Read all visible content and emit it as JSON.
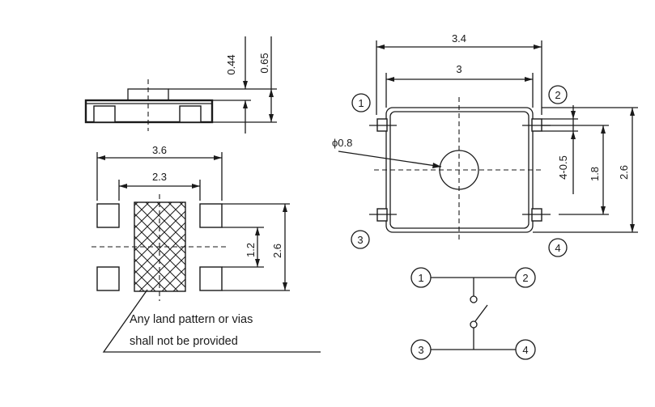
{
  "side_view": {
    "dim_total_height": "0.65",
    "dim_body_height": "0.44"
  },
  "land_pattern": {
    "dim_outer_width": "3.6",
    "dim_inner_width": "2.3",
    "dim_pad_pitch": "1.2",
    "dim_outer_height": "2.6",
    "note_line1": "Any land pattern or vias",
    "note_line2": "shall not be provided"
  },
  "top_view": {
    "dim_outer_width": "3.4",
    "dim_body_width": "3",
    "dim_button_diameter": "ϕ0.8",
    "dim_pin_width": "4-0.5",
    "dim_pin_pitch": "1.8",
    "dim_outer_height": "2.6",
    "pin_labels": [
      "1",
      "2",
      "3",
      "4"
    ]
  },
  "schematic": {
    "pin_labels": [
      "1",
      "2",
      "3",
      "4"
    ]
  }
}
